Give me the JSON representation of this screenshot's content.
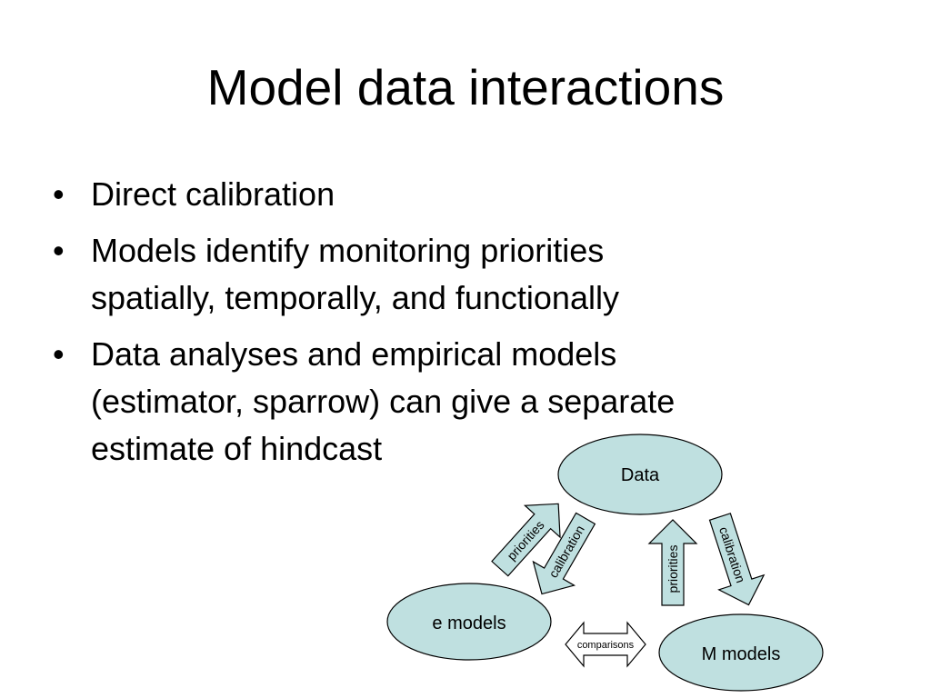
{
  "slide": {
    "title": "Model data interactions",
    "bullet_glyph": "•",
    "bullets": [
      {
        "lines": [
          "Direct calibration"
        ]
      },
      {
        "lines": [
          "Models identify monitoring priorities",
          "spatially, temporally, and functionally"
        ]
      },
      {
        "lines": [
          "Data analyses and empirical models",
          "(estimator, sparrow) can give a separate",
          "estimate of hindcast"
        ]
      }
    ]
  },
  "diagram": {
    "colors": {
      "node_fill": "#bfe0e0",
      "arrow_fill": "#bfe0e0",
      "outline": "#000000",
      "comparison_fill": "#ffffff"
    },
    "nodes": {
      "data": "Data",
      "e_models": "e models",
      "m_models": "M models"
    },
    "arrows": {
      "left_up": "priorities",
      "left_down": "calibration",
      "right_up": "priorities",
      "right_down": "calibration",
      "comparisons": "comparisons"
    }
  }
}
